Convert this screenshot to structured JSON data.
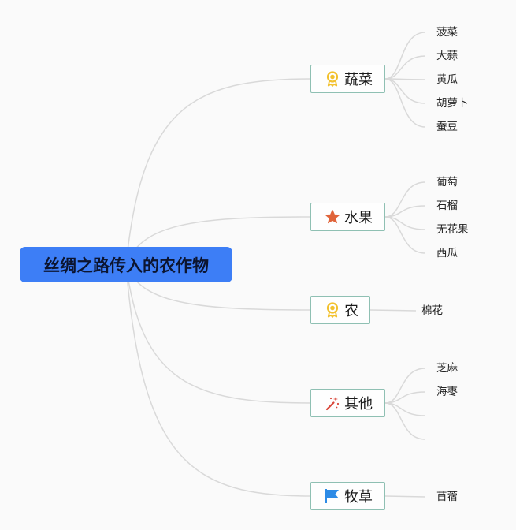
{
  "root": {
    "label": "丝绸之路传入的农作物"
  },
  "branches": [
    {
      "label": "蔬菜",
      "icon": "award-ribbon-icon",
      "leaves": [
        "菠菜",
        "大蒜",
        "黄瓜",
        "胡萝卜",
        "蚕豆"
      ]
    },
    {
      "label": "水果",
      "icon": "star-icon",
      "leaves": [
        "葡萄",
        "石榴",
        "无花果",
        "西瓜"
      ]
    },
    {
      "label": "农",
      "icon": "award-ribbon-icon",
      "leaves": [
        "棉花"
      ]
    },
    {
      "label": "其他",
      "icon": "magic-wand-icon",
      "leaves": [
        "芝麻",
        "海枣",
        "",
        ""
      ]
    },
    {
      "label": "牧草",
      "icon": "flag-icon",
      "leaves": [
        "苜蓿"
      ]
    }
  ],
  "colors": {
    "root": "#3d7ef6",
    "branch_border": "#8fc0b3",
    "line": "#d9d9d9",
    "award_icon": "#f2c12e",
    "star_icon": "#e0643a",
    "wand_icon": "#d9473a",
    "flag_icon": "#2d8be6"
  }
}
